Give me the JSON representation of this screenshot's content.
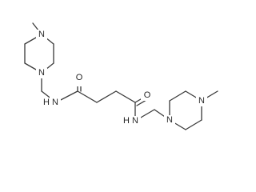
{
  "structure": {
    "name_label": "",
    "atom_labels": {
      "n_top_1": "N",
      "n_top_2": "N",
      "o_left": "O",
      "nh_left": "N",
      "h_left": "H",
      "o_right": "O",
      "nh_right": "N",
      "h_right": "H",
      "n_right_1": "N",
      "n_right_2": "N"
    }
  }
}
